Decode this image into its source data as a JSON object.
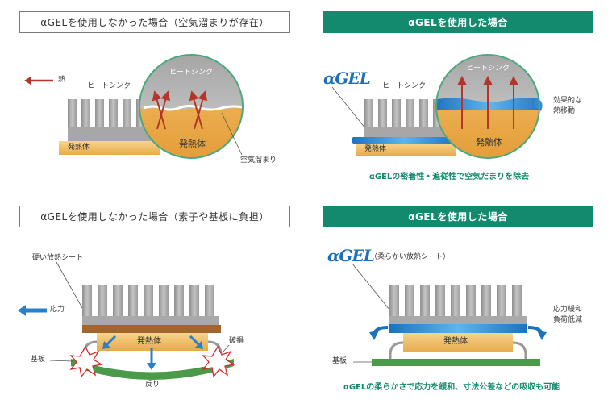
{
  "panels": {
    "tl": {
      "header": "αGELを使用しなかった場合（空気溜まりが存在）",
      "heat_label": "熱",
      "heatsink_label": "ヒートシンク",
      "zoom_heatsink_label": "ヒートシンク",
      "heat_source_label": "発熱体",
      "zoom_heat_source_label": "発熱体",
      "air_pocket_label": "空気溜まり"
    },
    "tr": {
      "header": "αGELを使用した場合",
      "logo": "αGEL",
      "heatsink_label": "ヒートシンク",
      "zoom_heatsink_label": "ヒートシンク",
      "heat_source_label": "発熱体",
      "zoom_heat_source_label": "発熱体",
      "effect_line1": "効果的な",
      "effect_line2": "熱移動",
      "caption": "αGELの密着性・追従性で空気だまりを除去"
    },
    "bl": {
      "header": "αGELを使用しなかった場合（素子や基板に負担）",
      "hard_sheet_label": "硬い放熱シート",
      "stress_label": "応力",
      "heat_source_label": "発熱体",
      "damage_label": "破損",
      "board_label": "基板",
      "warp_label": "反り"
    },
    "br": {
      "header": "αGELを使用した場合",
      "logo": "αGEL",
      "soft_sheet_label": "（柔らかい放熱シート）",
      "heat_source_label": "発熱体",
      "stress_relief_line1": "応力緩和",
      "stress_relief_line2": "負荷低減",
      "board_label": "基板",
      "caption": "αGELの柔らかさで応力を緩和、寸法公差などの吸収も可能"
    }
  },
  "colors": {
    "teal": "#138a6e",
    "heat_arrow": "#b5352a",
    "stress_arrow": "#2a7fc9",
    "gel": "#2f8fd6",
    "heat_source": "#f3c778",
    "board": "#4a9a4a",
    "heatsink": "#a9a9a9"
  }
}
